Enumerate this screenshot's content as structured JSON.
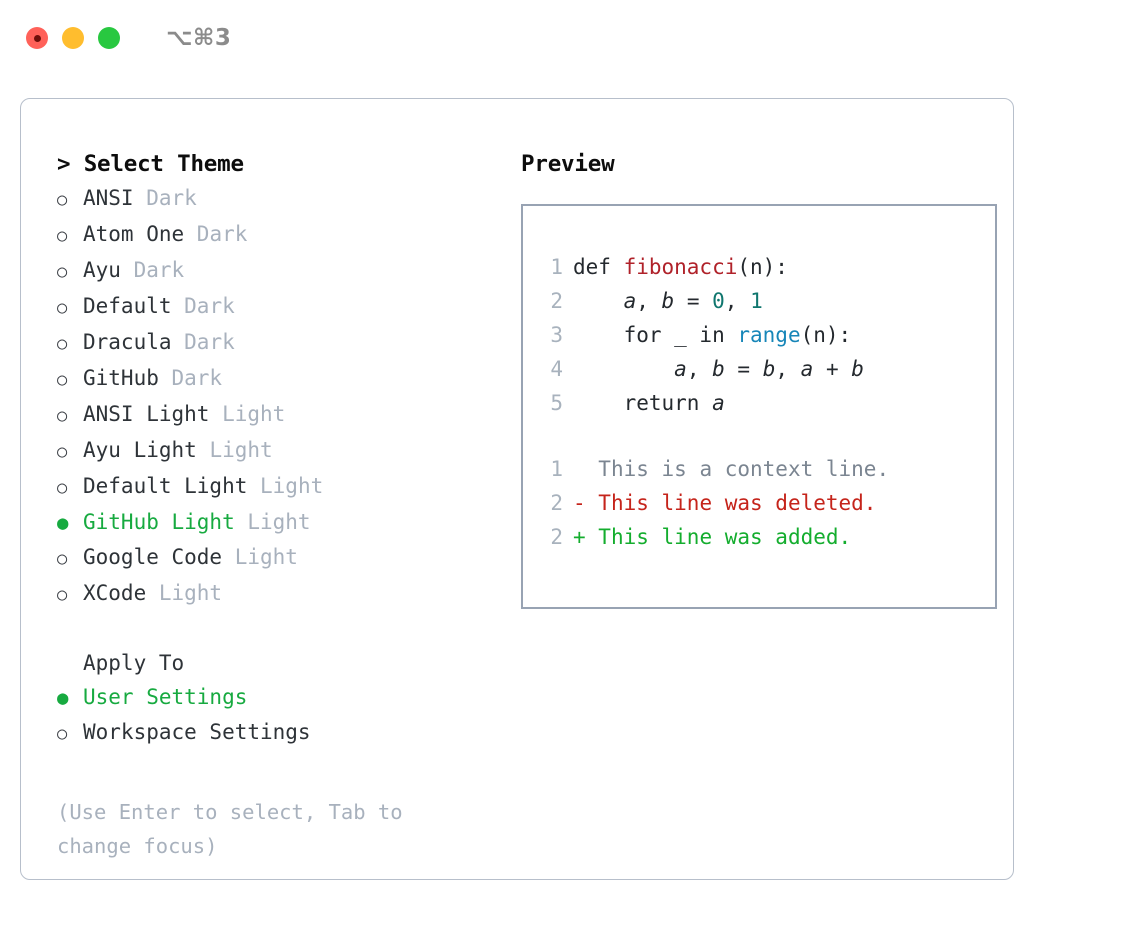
{
  "titlebar": {
    "shortcut": "⌥⌘3",
    "lights": [
      {
        "name": "close",
        "color": "#ff6159"
      },
      {
        "name": "minimize",
        "color": "#ffbd2e"
      },
      {
        "name": "maximize",
        "color": "#28c840"
      }
    ]
  },
  "left": {
    "heading": "> Select Theme",
    "bullet_unselected": "○",
    "bullet_selected": "●",
    "themes": [
      {
        "label": "ANSI",
        "kind": "Dark",
        "selected": false
      },
      {
        "label": "Atom One",
        "kind": "Dark",
        "selected": false
      },
      {
        "label": "Ayu",
        "kind": "Dark",
        "selected": false
      },
      {
        "label": "Default",
        "kind": "Dark",
        "selected": false
      },
      {
        "label": "Dracula",
        "kind": "Dark",
        "selected": false
      },
      {
        "label": "GitHub",
        "kind": "Dark",
        "selected": false
      },
      {
        "label": "ANSI Light",
        "kind": "Light",
        "selected": false
      },
      {
        "label": "Ayu Light",
        "kind": "Light",
        "selected": false
      },
      {
        "label": "Default Light",
        "kind": "Light",
        "selected": false
      },
      {
        "label": "GitHub Light",
        "kind": "Light",
        "selected": true
      },
      {
        "label": "Google Code",
        "kind": "Light",
        "selected": false
      },
      {
        "label": "XCode",
        "kind": "Light",
        "selected": false
      }
    ],
    "apply_to": {
      "title": "Apply To",
      "options": [
        {
          "label": "User Settings",
          "selected": true
        },
        {
          "label": "Workspace Settings",
          "selected": false
        }
      ]
    },
    "hint": "(Use Enter to select, Tab to change focus)"
  },
  "preview": {
    "heading": "Preview",
    "code_lines": [
      {
        "num": "1",
        "tokens": [
          {
            "t": "def ",
            "c": "tok-kw"
          },
          {
            "t": "fibonacci",
            "c": "tok-fn"
          },
          {
            "t": "(n):",
            "c": "tok-punct"
          }
        ]
      },
      {
        "num": "2",
        "tokens": [
          {
            "t": "    ",
            "c": "ctext"
          },
          {
            "t": "a",
            "c": "tok-var"
          },
          {
            "t": ", ",
            "c": "tok-punct"
          },
          {
            "t": "b",
            "c": "tok-var"
          },
          {
            "t": " = ",
            "c": "tok-punct"
          },
          {
            "t": "0",
            "c": "tok-num"
          },
          {
            "t": ", ",
            "c": "tok-punct"
          },
          {
            "t": "1",
            "c": "tok-num"
          }
        ]
      },
      {
        "num": "3",
        "tokens": [
          {
            "t": "    for _ in ",
            "c": "tok-kw"
          },
          {
            "t": "range",
            "c": "tok-builtin"
          },
          {
            "t": "(n):",
            "c": "tok-punct"
          }
        ]
      },
      {
        "num": "4",
        "tokens": [
          {
            "t": "        ",
            "c": "ctext"
          },
          {
            "t": "a",
            "c": "tok-var"
          },
          {
            "t": ", ",
            "c": "tok-punct"
          },
          {
            "t": "b",
            "c": "tok-var"
          },
          {
            "t": " = ",
            "c": "tok-punct"
          },
          {
            "t": "b",
            "c": "tok-var"
          },
          {
            "t": ", ",
            "c": "tok-punct"
          },
          {
            "t": "a",
            "c": "tok-var"
          },
          {
            "t": " + ",
            "c": "tok-punct"
          },
          {
            "t": "b",
            "c": "tok-var"
          }
        ]
      },
      {
        "num": "5",
        "tokens": [
          {
            "t": "    return ",
            "c": "tok-kw"
          },
          {
            "t": "a",
            "c": "tok-var"
          }
        ]
      }
    ],
    "diff_lines": [
      {
        "num": "1",
        "marker": "  ",
        "text": "This is a context line.",
        "cls": "diff-ctx"
      },
      {
        "num": "2",
        "marker": "- ",
        "text": "This line was deleted.",
        "cls": "diff-del"
      },
      {
        "num": "2",
        "marker": "+ ",
        "text": "This line was added.",
        "cls": "diff-add"
      }
    ]
  },
  "colors": {
    "accent_green": "#17aa40",
    "muted": "#a8b1bd",
    "border": "#b7bfcb",
    "preview_border": "#98a3b3",
    "diff_delete": "#c5241b",
    "diff_add": "#14ad2e",
    "function_name": "#b0222a",
    "builtin": "#1786b8",
    "number": "#0f766e"
  }
}
